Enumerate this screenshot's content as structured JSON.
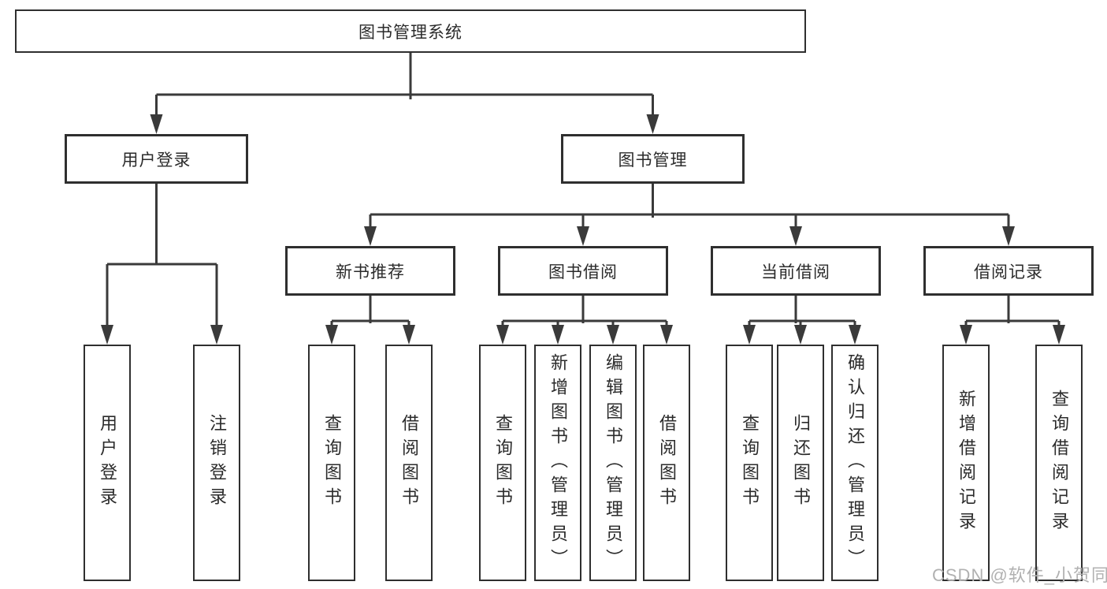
{
  "diagram": {
    "root": {
      "label": "图书管理系统"
    },
    "user_login": {
      "label": "用户登录",
      "children": [
        {
          "label": "用户登录"
        },
        {
          "label": "注销登录"
        }
      ]
    },
    "book_management": {
      "label": "图书管理",
      "modules": {
        "new_book_recommend": {
          "label": "新书推荐",
          "children": [
            {
              "label": "查询图书"
            },
            {
              "label": "借阅图书"
            }
          ]
        },
        "book_borrow": {
          "label": "图书借阅",
          "children": [
            {
              "label": "查询图书"
            },
            {
              "label": "新增图书（管理员）"
            },
            {
              "label": "编辑图书（管理员）"
            },
            {
              "label": "借阅图书"
            }
          ]
        },
        "current_borrow": {
          "label": "当前借阅",
          "children": [
            {
              "label": "查询图书"
            },
            {
              "label": "归还图书"
            },
            {
              "label": "确认归还（管理员）"
            }
          ]
        },
        "borrow_records": {
          "label": "借阅记录",
          "children": [
            {
              "label": "新增借阅记录"
            },
            {
              "label": "查询借阅记录"
            }
          ]
        }
      }
    }
  },
  "watermark": {
    "text": "CSDN @软件_小贺同学"
  },
  "colors": {
    "line": "#3a3a3a",
    "border": "#2f2f2f",
    "text": "#2b2b2b",
    "watermark": "#b1b1b1",
    "background": "#ffffff"
  }
}
